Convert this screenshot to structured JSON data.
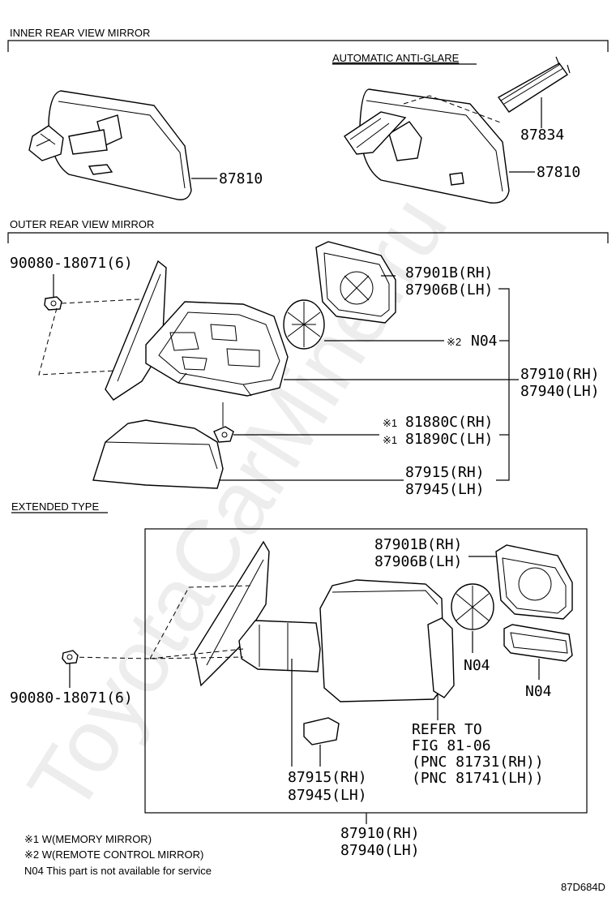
{
  "sections": {
    "inner": "INNER REAR VIEW MIRROR",
    "auto_anti_glare": "AUTOMATIC ANTI-GLARE",
    "outer": "OUTER REAR VIEW MIRROR",
    "extended": "EXTENDED TYPE"
  },
  "parts": {
    "p87810_a": "87810",
    "p87834": "87834",
    "p87810_b": "87810",
    "p90080_a": "90080-18071(6)",
    "p87901b_a": "87901B(RH)",
    "p87906b_a": "87906B(LH)",
    "n04_a": "N04",
    "n04_a_mark": "※2",
    "p87910_a": "87910(RH)",
    "p87940_a": "87940(LH)",
    "p81880c": "81880C(RH)",
    "p81880c_mark": "※1",
    "p81890c": "81890C(LH)",
    "p81890c_mark": "※1",
    "p87915_a": "87915(RH)",
    "p87945_a": "87945(LH)",
    "p87901b_b": "87901B(RH)",
    "p87906b_b": "87906B(LH)",
    "n04_b": "N04",
    "n04_c": "N04",
    "p90080_b": "90080-18071(6)",
    "refer1": "REFER TO",
    "refer2": "FIG 81-06",
    "refer3": "(PNC 81731(RH))",
    "refer4": "(PNC 81741(LH))",
    "p87915_b": "87915(RH)",
    "p87945_b": "87945(LH)",
    "p87910_b": "87910(RH)",
    "p87940_b": "87940(LH)"
  },
  "notes": {
    "n1": "※1 W(MEMORY MIRROR)",
    "n2": "※2 W(REMOTE CONTROL MIRROR)",
    "n3": "N04 This part is not available for service"
  },
  "code": "87D684D",
  "watermark": "ToyotaCarMine.ru"
}
